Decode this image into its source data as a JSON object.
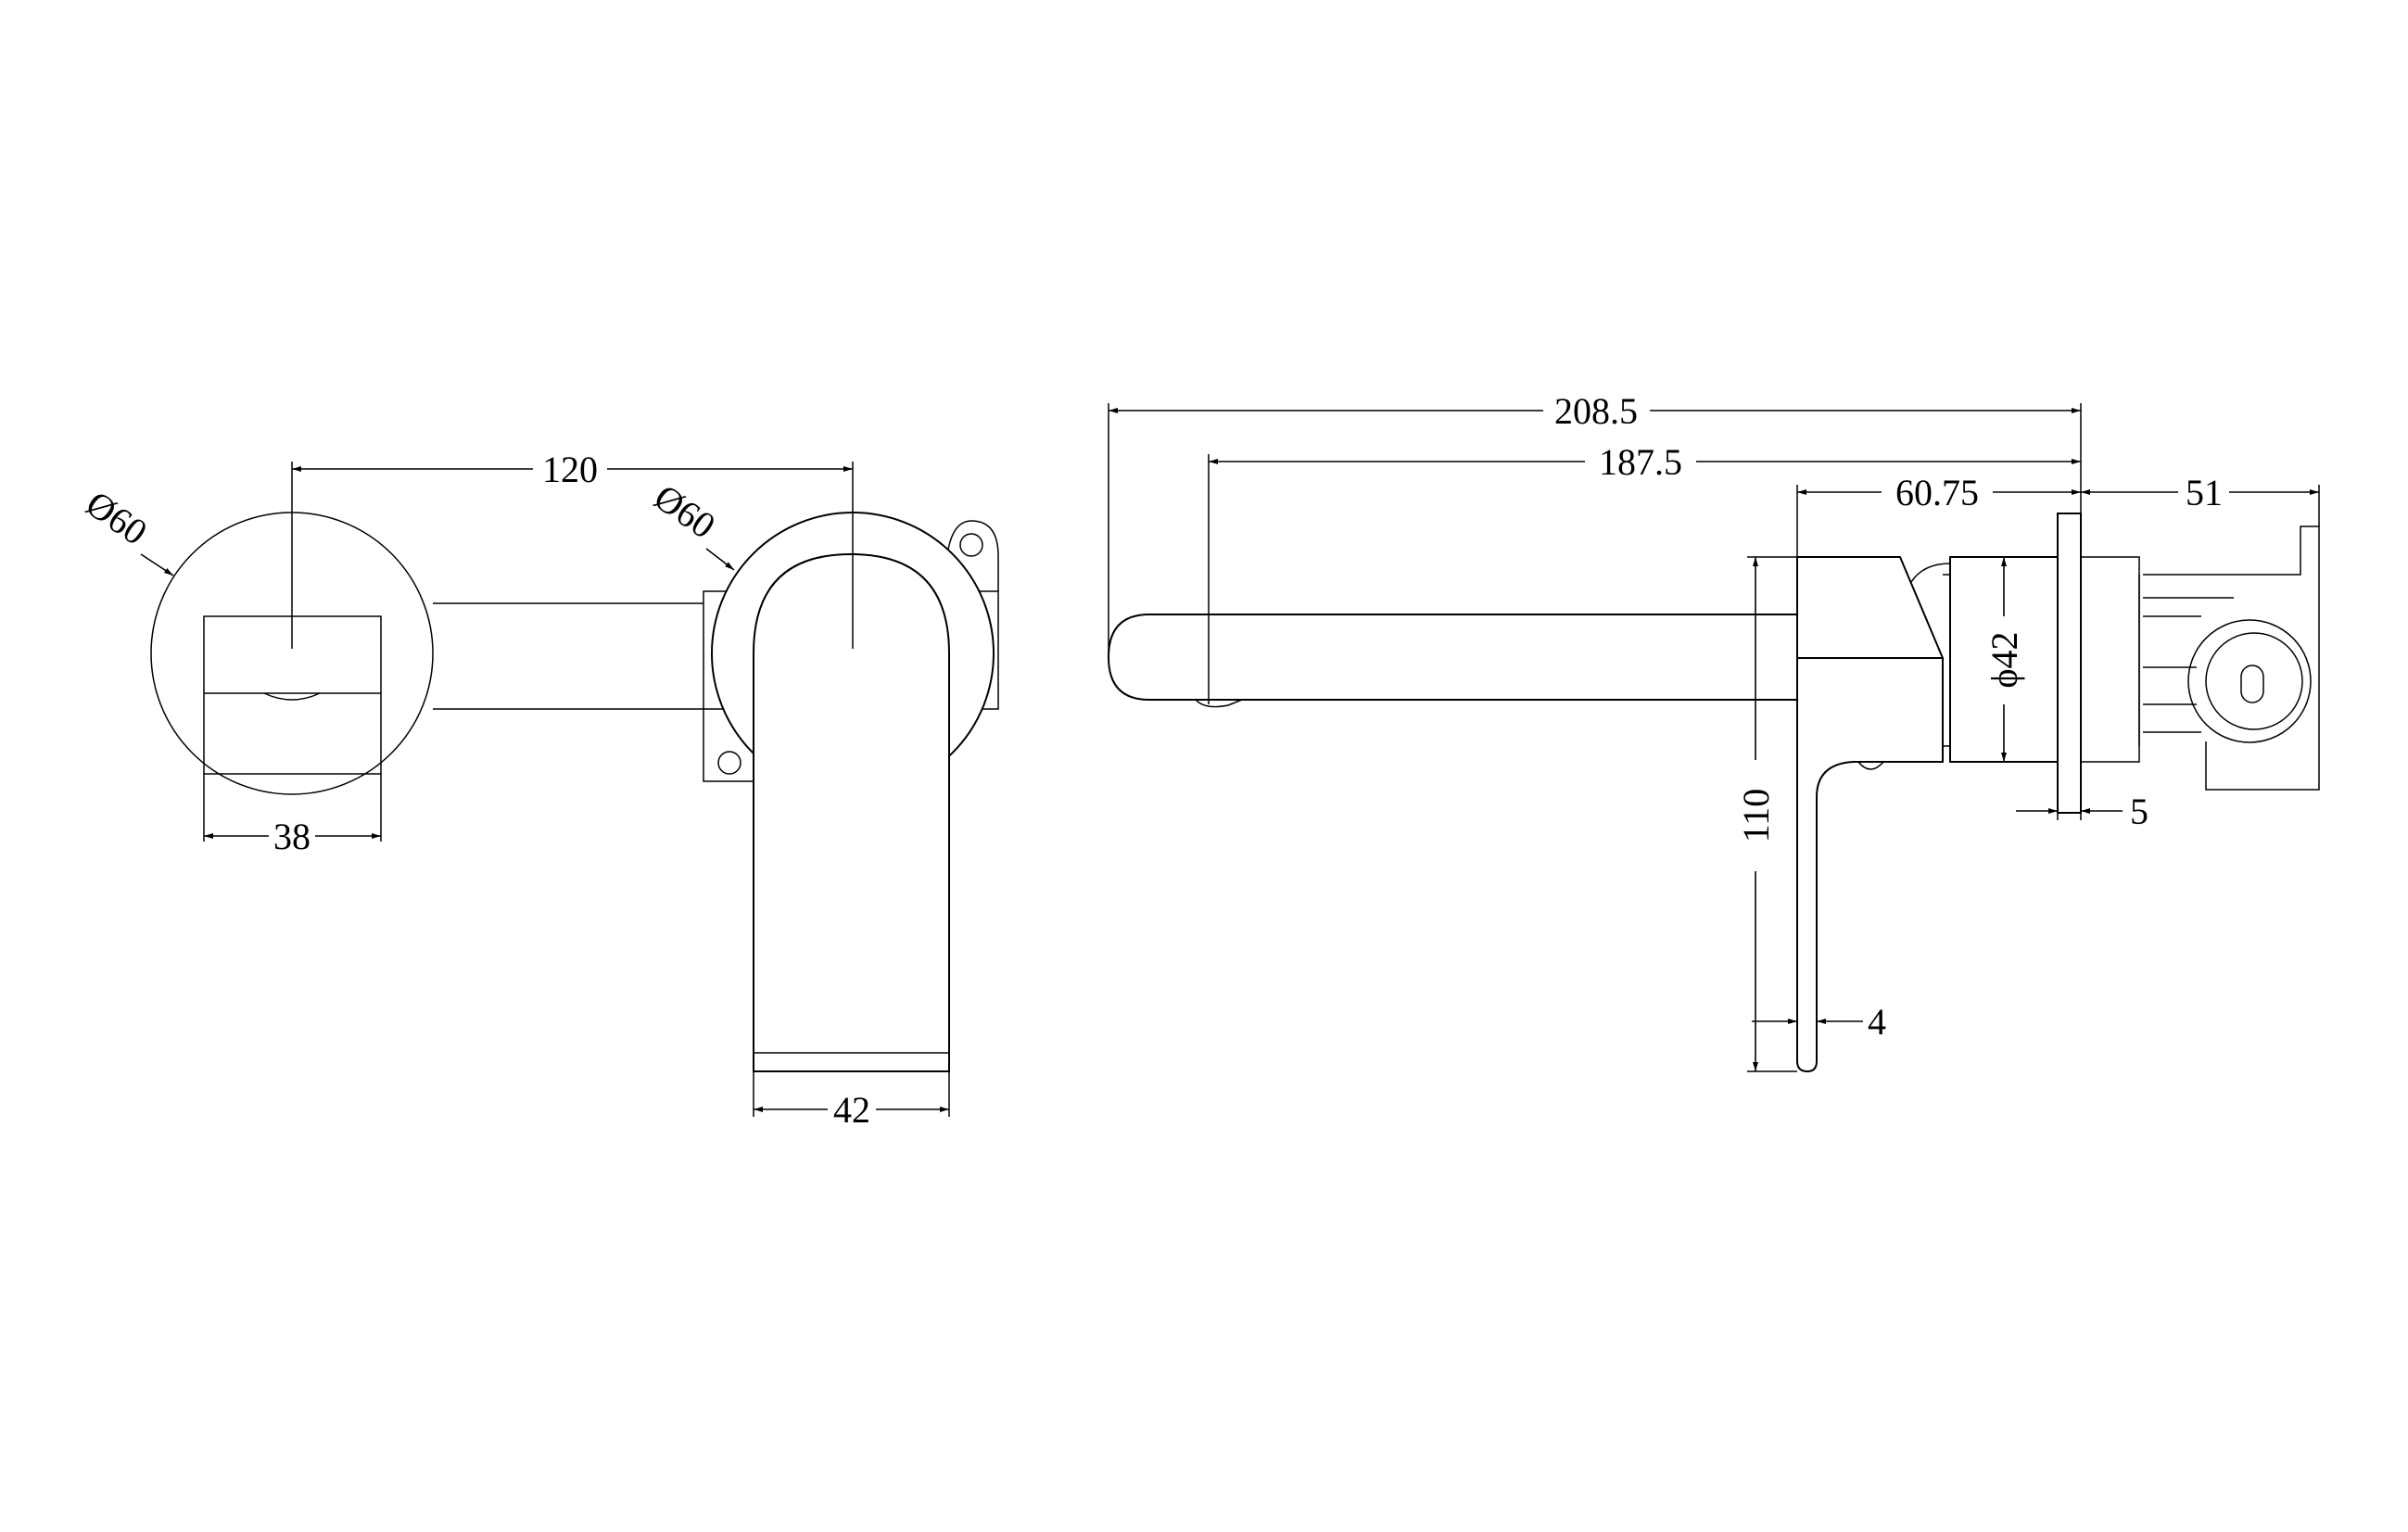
{
  "drawing": {
    "front_view": {
      "dim_center_spacing": "120",
      "dim_left_plate_diameter": "Ø60",
      "dim_right_plate_diameter": "Ø60",
      "dim_handle_width": "38",
      "dim_spout_width": "42"
    },
    "side_view": {
      "dim_overall_projection": "208.5",
      "dim_outlet_projection": "187.5",
      "dim_body_to_wall": "60.75",
      "dim_rough_in_depth": "51",
      "dim_body_diameter": "ϕ42",
      "dim_plate_thickness": "5",
      "dim_lever_height": "110",
      "dim_lever_thickness": "4"
    },
    "line_color": "#000000",
    "background_color": "#ffffff"
  }
}
